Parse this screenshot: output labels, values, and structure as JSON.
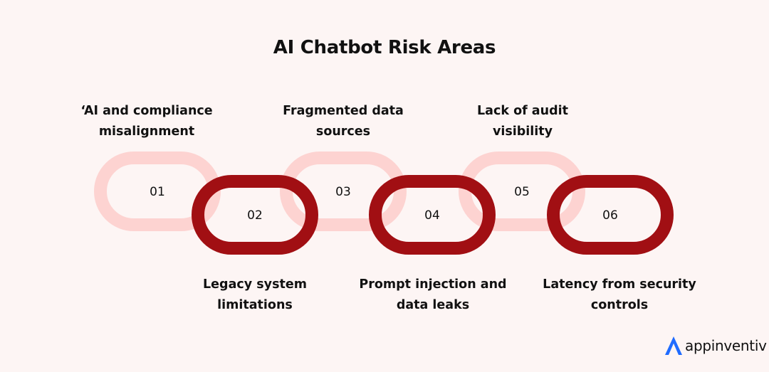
{
  "title": "AI Chatbot Risk Areas",
  "colors": {
    "light_link": "#fdd3d1",
    "dark_link": "#a10f13",
    "text": "#111111",
    "logo_accent": "#1f6bff",
    "background": "#fdf5f4"
  },
  "links": [
    {
      "number": "01",
      "label_line1": "‘AI and compliance",
      "label_line2": "misalignment",
      "tone": "light"
    },
    {
      "number": "02",
      "label_line1": "Legacy system",
      "label_line2": "limitations",
      "tone": "dark"
    },
    {
      "number": "03",
      "label_line1": "Fragmented data",
      "label_line2": "sources",
      "tone": "light"
    },
    {
      "number": "04",
      "label_line1": "Prompt injection and",
      "label_line2": "data leaks",
      "tone": "dark"
    },
    {
      "number": "05",
      "label_line1": "Lack of audit",
      "label_line2": "visibility",
      "tone": "light"
    },
    {
      "number": "06",
      "label_line1": "Latency from security",
      "label_line2": "controls",
      "tone": "dark"
    }
  ],
  "brand": {
    "name": "appinventiv",
    "icon": "appinventiv-logo-icon"
  }
}
